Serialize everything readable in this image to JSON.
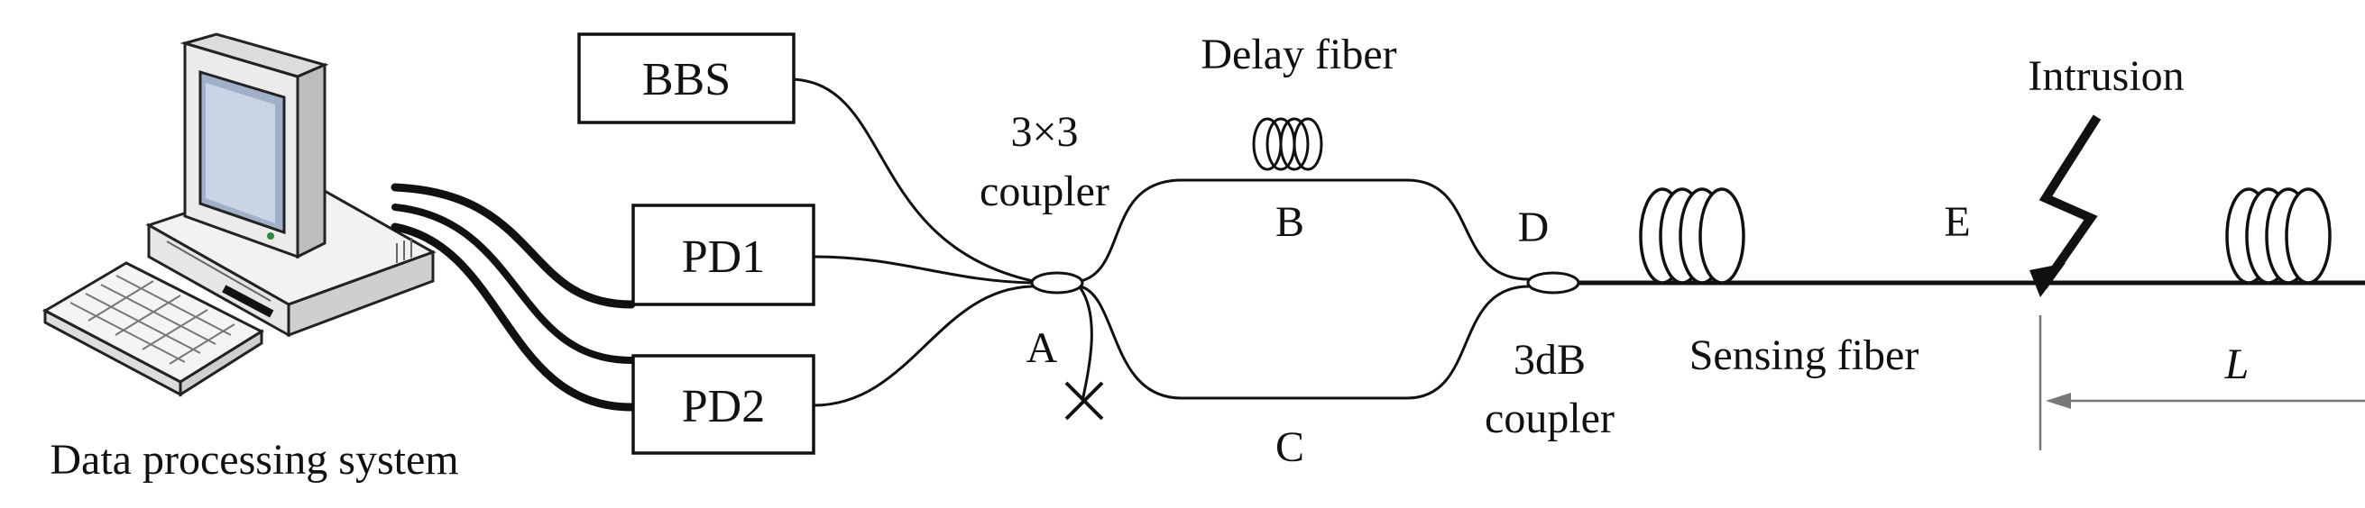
{
  "diagram": {
    "components": {
      "bbs": "BBS",
      "pd1": "PD1",
      "pd2": "PD2"
    },
    "labels": {
      "delay_fiber": "Delay fiber",
      "coupler3x3_line1": "3×3",
      "coupler3x3_line2": "coupler",
      "point_a": "A",
      "point_b": "B",
      "point_c": "C",
      "point_d": "D",
      "point_e": "E",
      "coupler3db_line1": "3dB",
      "coupler3db_line2": "coupler",
      "sensing_fiber": "Sensing fiber",
      "intrusion": "Intrusion",
      "length": "L",
      "data_system": "Data processing system"
    },
    "icons": [
      "computer-icon",
      "lightning-icon",
      "fiber-coil-icon",
      "fiber-end-icon"
    ]
  }
}
